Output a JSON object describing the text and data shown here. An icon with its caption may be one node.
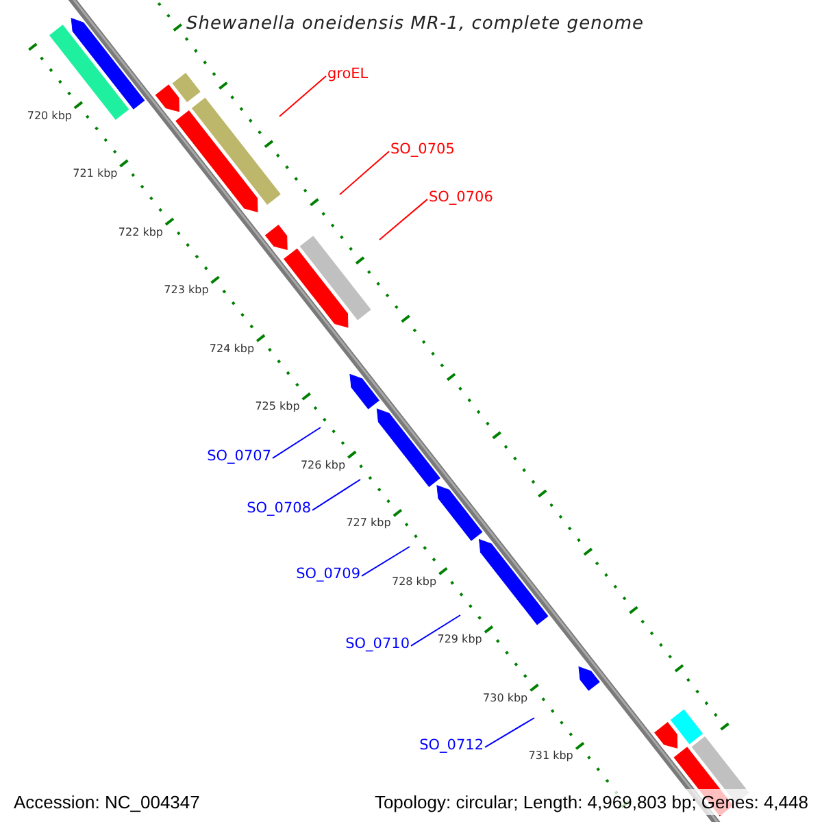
{
  "diagram": {
    "title": "Shewanella oneidensis MR-1, complete genome",
    "nodes": [
      {
        "text": [
          "groEL"
        ]
      },
      {
        "text": [
          "SO_0705"
        ]
      },
      {
        "text": [
          "SO_0706"
        ]
      },
      {
        "text": [
          "SO_0707"
        ]
      },
      {
        "text": [
          "SO_0708"
        ]
      },
      {
        "text": [
          "SO_0709"
        ]
      },
      {
        "text": [
          "SO_0710"
        ]
      },
      {
        "text": [
          "SO_0712"
        ]
      }
    ],
    "edges": [
      {
        "from": 0,
        "to": null,
        "arrow": "none",
        "color": "#ff0000"
      },
      {
        "from": 1,
        "to": null,
        "arrow": "none",
        "color": "#ff0000"
      },
      {
        "from": 2,
        "to": null,
        "arrow": "none",
        "color": "#ff0000"
      },
      {
        "from": 3,
        "to": null,
        "arrow": "none"
      },
      {
        "from": 4,
        "to": null,
        "arrow": "none"
      },
      {
        "from": 5,
        "to": null,
        "arrow": "none"
      },
      {
        "from": 6,
        "to": null,
        "arrow": "none"
      },
      {
        "from": 7,
        "to": null,
        "arrow": "none"
      }
    ],
    "labels": [
      "720 kbp",
      "721 kbp",
      "722 kbp",
      "723 kbp",
      "724 kbp",
      "725 kbp",
      "726 kbp",
      "727 kbp",
      "728 kbp",
      "729 kbp",
      "730 kbp",
      "731 kbp",
      "Accession: NC_004347",
      "Topology: circular; Length: 4,969,803 bp; Genes: 4,448"
    ]
  }
}
